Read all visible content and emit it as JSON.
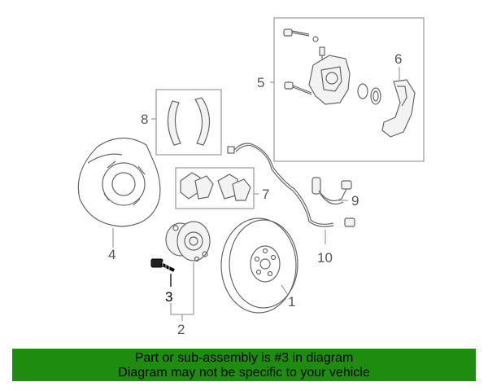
{
  "callouts": {
    "c1": "1",
    "c2": "2",
    "c3": "3",
    "c4": "4",
    "c5": "5",
    "c6": "6",
    "c7": "7",
    "c8": "8",
    "c9": "9",
    "c10": "10"
  },
  "highlight_callout": "3",
  "banner": {
    "line1": "Part or sub-assembly is #3 in diagram",
    "line2": "Diagram may not be specific to your vehicle",
    "background": "#1e8c0e"
  }
}
